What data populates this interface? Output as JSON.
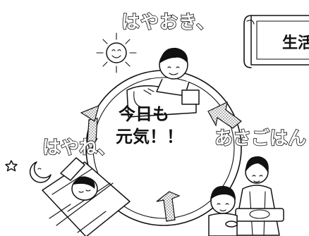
{
  "labels": {
    "wake": "はやおき、",
    "breakfast": "あさごはん",
    "sleep": "はやね、",
    "center_line1": "今日も",
    "center_line2": "元気！！",
    "scroll_text": "生活"
  },
  "colors": {
    "ink": "#111111",
    "paper": "#ffffff",
    "arrow_fill": "#d9d9d9"
  },
  "icons": [
    "sun-icon",
    "moon-icon",
    "star-icon",
    "arrow-icon"
  ]
}
